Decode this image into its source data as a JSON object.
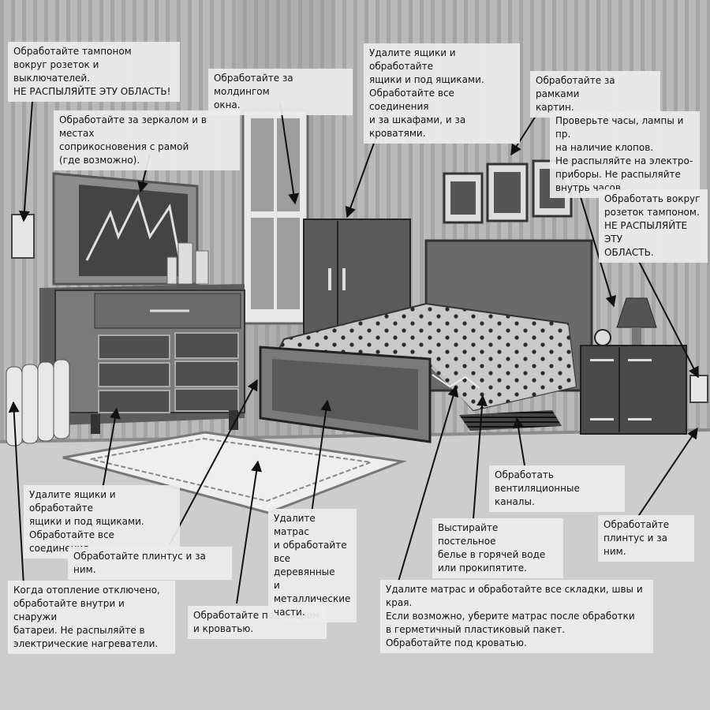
{
  "labels": {
    "outlet_top_left": "Обработайте тампоном\nвокруг розеток и выключателей.\nНЕ РАСПЫЛЯЙТЕ ЭТУ ОБЛАСТЬ!",
    "mirror": "Обработайте за зеркалом и в местах\nсоприкосновения с рамой\n(где возможно).",
    "window_molding": "Обработайте за молдингом\nокна.",
    "wardrobe": "Удалите ящики и обработайте\nящики и под ящиками.\nОбработайте все соединения\nи за шкафами, и за кроватями.",
    "pictures": "Обработайте за рамками\nкартин.",
    "clocks_lamps": "Проверьте часы, лампы и пр.\nна наличие клопов.\nНе распыляйте на электро-\nприборы. Не распыляйте\nвнутрь часов.",
    "outlet_right": "Обработать вокруг\nрозеток тампоном.\nНЕ РАСПЫЛЯЙТЕ ЭТУ\nОБЛАСТЬ.",
    "dresser_drawers": "Удалите ящики и обработайте\nящики и под ящиками.\nОбработайте все соединения.",
    "baseboard_left": "Обработайте плинтус и за ним.",
    "radiator": "Когда отопление отключено,\nобработайте внутри и снаружи\nбатареи. Не распыляйте в\nэлектрические нагреватели.",
    "rug": "Обработайте под ковром\nи кроватью.",
    "bed_frame": "Удалите матрас\nи обработайте\nвсе деревянные\nи металлические\nчасти.",
    "vents": "Обработать\nвентиляционные каналы.",
    "linen": "Выстирайте постельное\nбелье в горячей воде\nили прокипятите.",
    "mattress": "Удалите матрас и обработайте все складки, швы и края.\nЕсли возможно, уберите матрас после обработки\nв герметичный пластиковый пакет.\nОбработайте под кроватью.",
    "baseboard_right": "Обработайте\nплинтус и за ним."
  }
}
